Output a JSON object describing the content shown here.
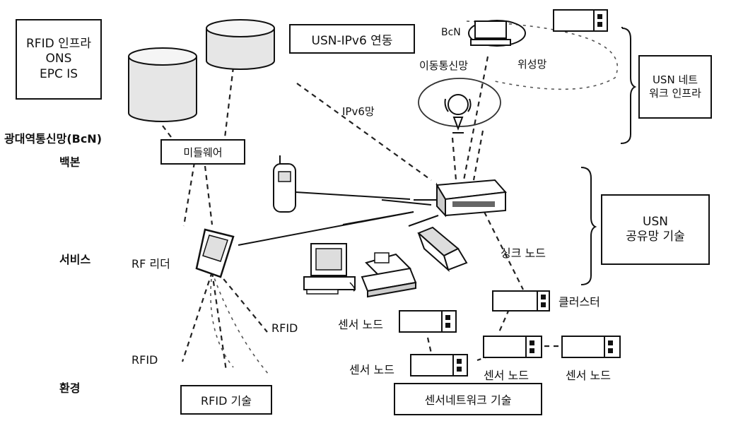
{
  "boxes": {
    "rfid_infra": [
      "RFID 인프라",
      "ONS",
      "EPC IS"
    ],
    "usn_ipv6": "USN-IPv6 연동",
    "usn_network_infra": [
      "USN 네트",
      "워크 인프라"
    ],
    "middleware": "미들웨어",
    "usn_common_tech": [
      "USN",
      "공유망 기술"
    ],
    "rfid_tech": "RFID 기술",
    "sensor_network_tech": "센서네트워크 기술"
  },
  "levels": {
    "bcn_backbone": [
      "광대역통신망(BcN)",
      "백본"
    ],
    "access": "서비스",
    "environment": "환경"
  },
  "labels": {
    "bcn": "BcN",
    "mobile_comm": "이동통신망",
    "satellite": "위성망",
    "ipv6": "IPv6망",
    "rf_reader": "RF 리더",
    "sink_node": "싱크 노드",
    "cluster": "클러스터",
    "rfid_right": "RFID",
    "rfid_left": "RFID",
    "sensor_node_a": "센서 노드",
    "sensor_node_b": "센서 노드",
    "sensor_node_c": "센서 노드",
    "sensor_node_d": "센서 노드"
  }
}
